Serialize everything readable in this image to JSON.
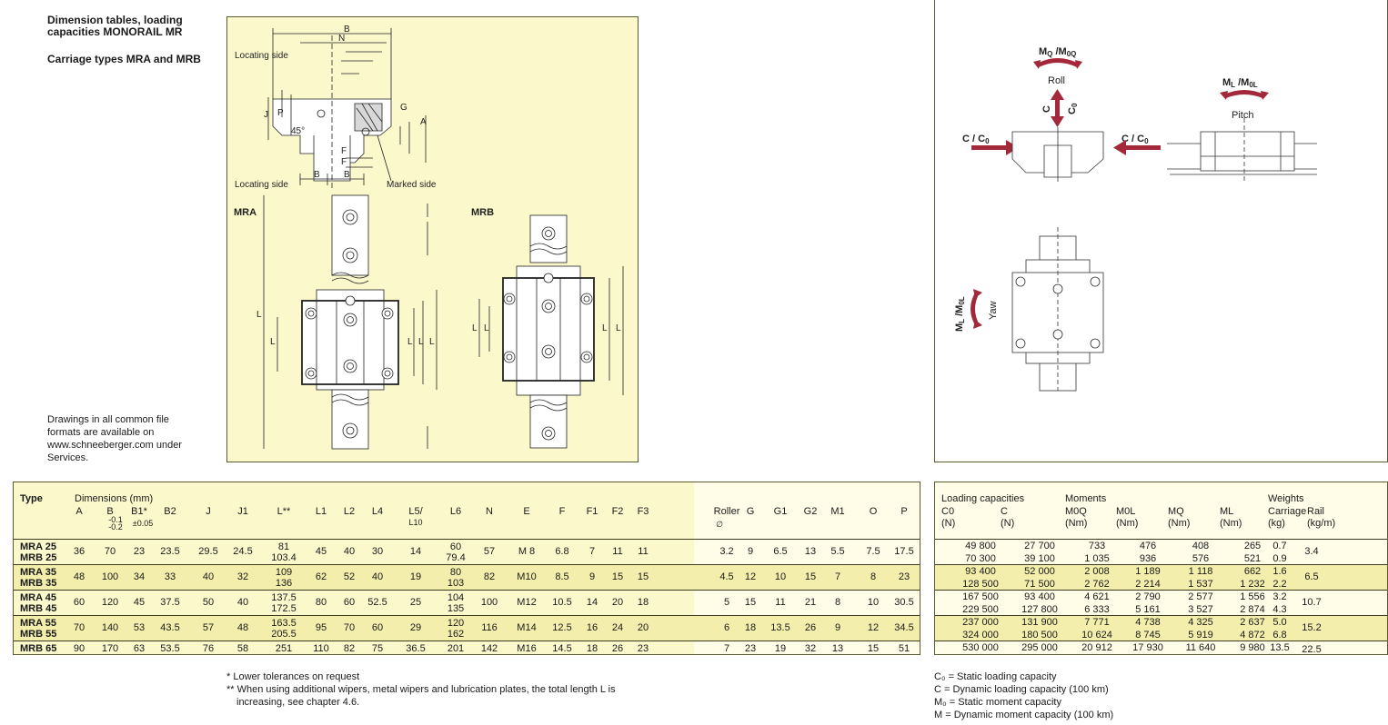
{
  "title": {
    "line1": "Dimension tables, loading",
    "line2": "capacities MONORAIL MR",
    "subtitle": "Carriage types MRA and MRB"
  },
  "drawings_note": [
    "Drawings in all common file",
    "formats are available on",
    "www.schneeberger.com under",
    "Services."
  ],
  "diagram_labels": {
    "locating_side": "Locating side",
    "marked_side": "Marked side",
    "mra": "MRA",
    "mrb": "MRB",
    "angle": "45°"
  },
  "loads": {
    "mq": "Mₒ /M₀ₒ",
    "mq_main": "MQ /M0Q",
    "roll": "Roll",
    "c_c0": "C / C0",
    "c": "C",
    "c0": "C0",
    "ml": "ML /M0L",
    "pitch": "Pitch",
    "yaw": "Yaw"
  },
  "table": {
    "type_header": "Type",
    "dims_header": "Dimensions (mm)",
    "columns": [
      "A",
      "B",
      "B1*",
      "B2",
      "J",
      "J1",
      "L**",
      "L1",
      "L2",
      "L4",
      "L5/",
      "L6",
      "N",
      "E",
      "F",
      "F1",
      "F2",
      "F3",
      "Roller",
      "G",
      "G1",
      "G2",
      "M1",
      "O",
      "P"
    ],
    "tol_b": [
      "-0.1",
      "-0.2"
    ],
    "tol_b1": "±0.05",
    "l10": "L10",
    "roller_dia": "∅",
    "rows": [
      {
        "type": [
          "MRA 25",
          "MRB 25"
        ],
        "A": "36",
        "B": "70",
        "B1": "23",
        "B2": "23.5",
        "J": "29.5",
        "J1": "24.5",
        "L": [
          "81",
          "103.4"
        ],
        "L1": "45",
        "L2": "40",
        "L4": "30",
        "L5": "14",
        "L6": [
          "60",
          "79.4"
        ],
        "N": "57",
        "E": "M 8",
        "F": "6.8",
        "F1": "7",
        "F2": "11",
        "F3": "11",
        "Roller": "3.2",
        "G": "9",
        "G1": "6.5",
        "G2": "13",
        "M1": "5.5",
        "O": "7.5",
        "P": "17.5"
      },
      {
        "type": [
          "MRA 35",
          "MRB 35"
        ],
        "A": "48",
        "B": "100",
        "B1": "34",
        "B2": "33",
        "J": "40",
        "J1": "32",
        "L": [
          "109",
          "136"
        ],
        "L1": "62",
        "L2": "52",
        "L4": "40",
        "L5": "19",
        "L6": [
          "80",
          "103"
        ],
        "N": "82",
        "E": "M10",
        "F": "8.5",
        "F1": "9",
        "F2": "15",
        "F3": "15",
        "Roller": "4.5",
        "G": "12",
        "G1": "10",
        "G2": "15",
        "M1": "7",
        "O": "8",
        "P": "23"
      },
      {
        "type": [
          "MRA 45",
          "MRB 45"
        ],
        "A": "60",
        "B": "120",
        "B1": "45",
        "B2": "37.5",
        "J": "50",
        "J1": "40",
        "L": [
          "137.5",
          "172.5"
        ],
        "L1": "80",
        "L2": "60",
        "L4": "52.5",
        "L5": "25",
        "L6": [
          "104",
          "135"
        ],
        "N": "100",
        "E": "M12",
        "F": "10.5",
        "F1": "14",
        "F2": "20",
        "F3": "18",
        "Roller": "5",
        "G": "15",
        "G1": "11",
        "G2": "21",
        "M1": "8",
        "O": "10",
        "P": "30.5"
      },
      {
        "type": [
          "MRA 55",
          "MRB 55"
        ],
        "A": "70",
        "B": "140",
        "B1": "53",
        "B2": "43.5",
        "J": "57",
        "J1": "48",
        "L": [
          "163.5",
          "205.5"
        ],
        "L1": "95",
        "L2": "70",
        "L4": "60",
        "L5": "29",
        "L6": [
          "120",
          "162"
        ],
        "N": "116",
        "E": "M14",
        "F": "12.5",
        "F1": "16",
        "F2": "24",
        "F3": "20",
        "Roller": "6",
        "G": "18",
        "G1": "13.5",
        "G2": "26",
        "M1": "9",
        "O": "12",
        "P": "34.5"
      },
      {
        "type": [
          "MRB 65"
        ],
        "A": "90",
        "B": "170",
        "B1": "63",
        "B2": "53.5",
        "J": "76",
        "J1": "58",
        "L": [
          "251"
        ],
        "L1": "110",
        "L2": "82",
        "L4": "75",
        "L5": "36.5",
        "L6": [
          "201"
        ],
        "N": "142",
        "E": "M16",
        "F": "14.5",
        "F1": "18",
        "F2": "26",
        "F3": "23",
        "Roller": "7",
        "G": "23",
        "G1": "19",
        "G2": "32",
        "M1": "13",
        "O": "15",
        "P": "51"
      }
    ]
  },
  "capacity_table": {
    "loading_header": "Loading capacities",
    "moments_header": "Moments",
    "weights_header": "Weights",
    "columns": [
      "C0",
      "C",
      "M0Q",
      "MQ",
      "M0L",
      "MQ",
      "ML",
      "Carriage",
      "Rail"
    ],
    "col_labels": {
      "c0": "C0",
      "c": "C",
      "m0q": "M0Q",
      "m0l": "M0L",
      "mq": "MQ",
      "ml": "ML",
      "carriage": "Carriage",
      "rail": "Rail"
    },
    "units": {
      "n1": "(N)",
      "n2": "(N)",
      "nm1": "(Nm)",
      "nm2": "(Nm)",
      "nm3": "(Nm)",
      "nm4": "(Nm)",
      "kg": "(kg)",
      "kgm": "(kg/m)"
    },
    "rows": [
      {
        "C0": "49 800",
        "C": "27 700",
        "M0Q": "733",
        "M0L": "476",
        "MQ": "408",
        "ML": "265",
        "carriage": "0.7"
      },
      {
        "C0": "70 300",
        "C": "39 100",
        "M0Q": "1 035",
        "M0L": "936",
        "MQ": "576",
        "ML": "521",
        "carriage": "0.9"
      },
      {
        "C0": "93 400",
        "C": "52 000",
        "M0Q": "2 008",
        "M0L": "1 189",
        "MQ": "1 118",
        "ML": "662",
        "carriage": "1.6"
      },
      {
        "C0": "128 500",
        "C": "71 500",
        "M0Q": "2 762",
        "M0L": "2 214",
        "MQ": "1 537",
        "ML": "1 232",
        "carriage": "2.2"
      },
      {
        "C0": "167 500",
        "C": "93 400",
        "M0Q": "4 621",
        "M0L": "2 790",
        "MQ": "2 577",
        "ML": "1 556",
        "carriage": "3.2"
      },
      {
        "C0": "229 500",
        "C": "127 800",
        "M0Q": "6 333",
        "M0L": "5 161",
        "MQ": "3 527",
        "ML": "2 874",
        "carriage": "4.3"
      },
      {
        "C0": "237 000",
        "C": "131 900",
        "M0Q": "7 771",
        "M0L": "4 738",
        "MQ": "4 325",
        "ML": "2 637",
        "carriage": "5.0"
      },
      {
        "C0": "324 000",
        "C": "180 500",
        "M0Q": "10 624",
        "M0L": "8 745",
        "MQ": "5 919",
        "ML": "4 872",
        "carriage": "6.8"
      },
      {
        "C0": "530 000",
        "C": "295 000",
        "M0Q": "20 912",
        "M0L": "17 930",
        "MQ": "11 640",
        "ML": "9 980",
        "carriage": "13.5"
      }
    ],
    "rail_weights": [
      "3.4",
      "6.5",
      "10.7",
      "15.2",
      "22.5"
    ]
  },
  "footnotes": {
    "star": "*  Lower tolerances on request",
    "dstar_1": "** When using additional wipers, metal wipers and lubrication plates, the total length L is",
    "dstar_2": "increasing, see chapter 4.6."
  },
  "legend": [
    "C₀ = Static loading capacity",
    "C   = Dynamic loading capacity (100 km)",
    "M₀ = Static moment capacity",
    "M   = Dynamic moment capacity (100 km)"
  ]
}
